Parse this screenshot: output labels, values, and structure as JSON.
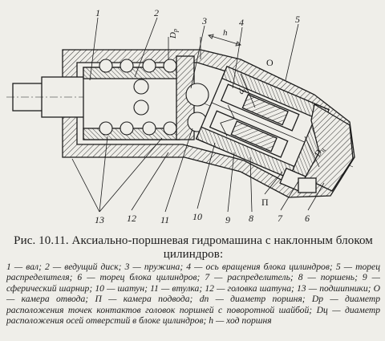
{
  "figure": {
    "callouts_top": [
      "1",
      "2",
      "3",
      "4",
      "5"
    ],
    "callouts_bottom": [
      "13",
      "12",
      "11",
      "10",
      "9",
      "8",
      "П",
      "7",
      "6"
    ],
    "symbols": {
      "dp": "D",
      "dp_sub": "р",
      "h": "h",
      "o": "О",
      "dn": "d",
      "dn_sub": "п",
      "Dc": "D",
      "Dc_sub": "ц"
    }
  },
  "caption": {
    "title": "Рис. 10.11. Аксиально-поршневая гидромашина с наклонным блоком цилиндров:",
    "legend": "1 — вал; 2 — ведущий диск; 3 — пружина; 4 — ось вращения блока цилиндров; 5 — торец распределителя; 6 — торец блока цилиндров; 7 — распределитель; 8 — поршень; 9 — сферический шарнир; 10 — шатун; 11 — втулка; 12 — головка шатуна; 13 — подшипники; О — камера отвода; П — камера подвода; dп — диаметр поршня; Dр — диаметр расположения точек контактов головок поршней с поворотной шайбой; Dц — диаметр расположения осей отверстий в блоке цилиндров; h — ход поршня"
  }
}
